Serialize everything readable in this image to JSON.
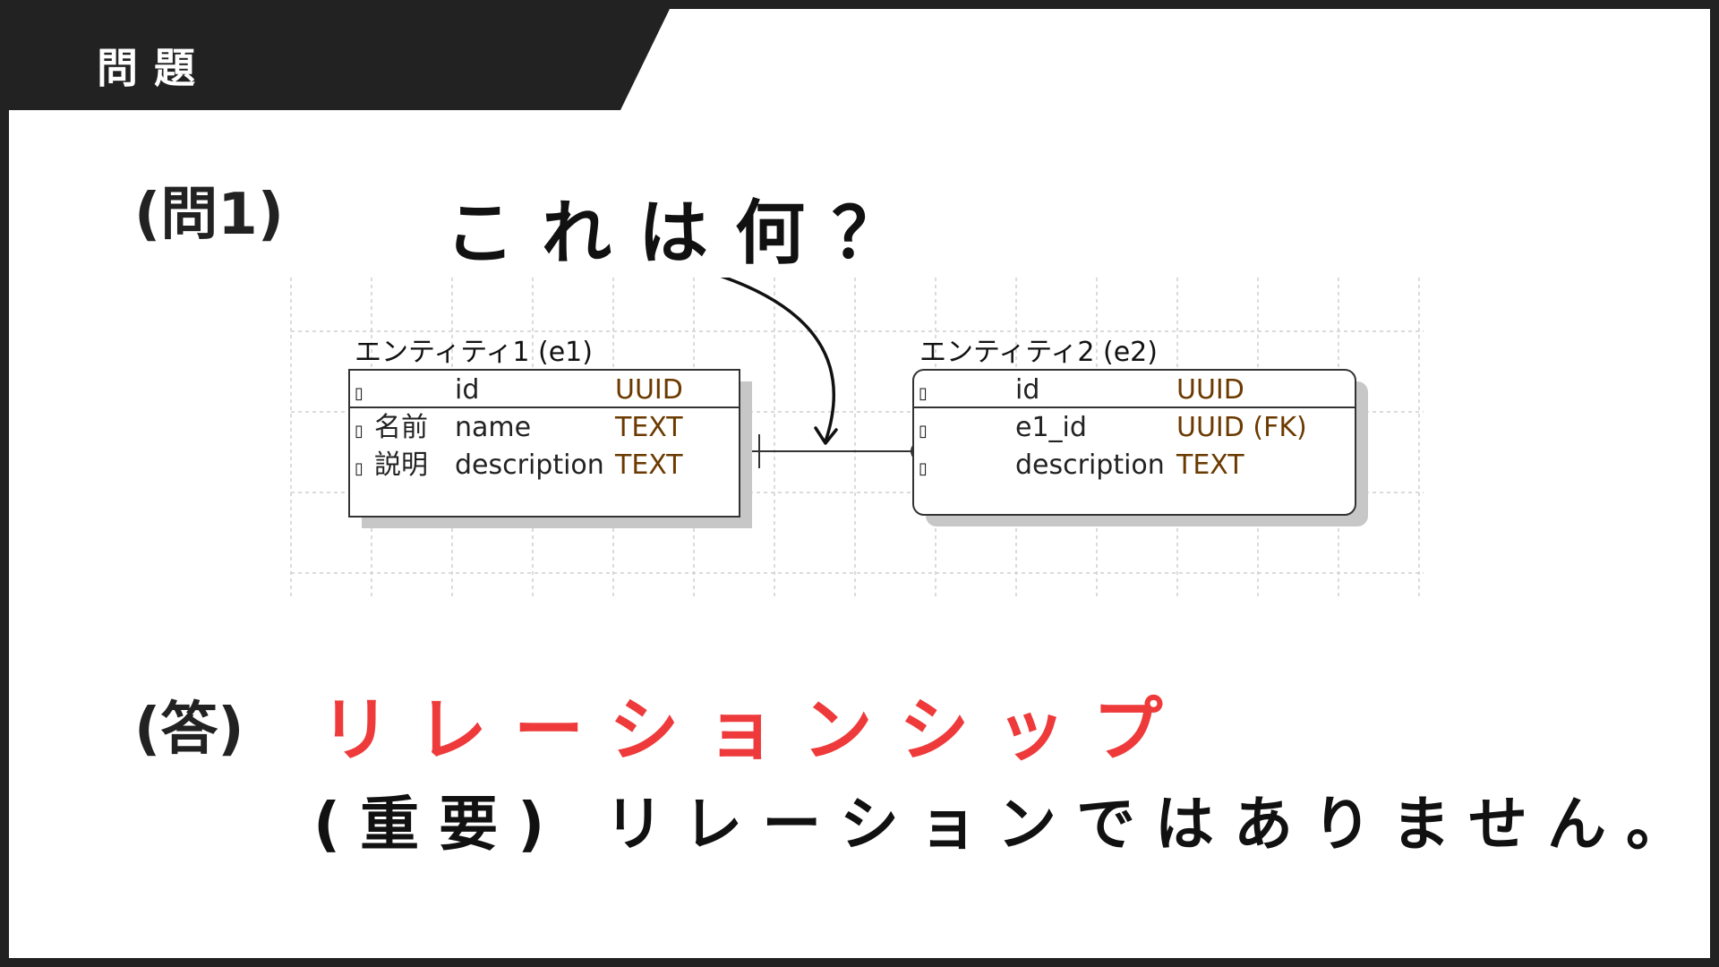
{
  "header": {
    "title": "問題"
  },
  "question": {
    "label": "(問1)",
    "text": "これは何？"
  },
  "diagram": {
    "entity1": {
      "title": "エンティティ1 (e1)",
      "rows": [
        {
          "marker": "▯",
          "logical": "",
          "physical": "id",
          "type": "UUID"
        },
        {
          "marker": "▯",
          "logical": "名前",
          "physical": "name",
          "type": "TEXT"
        },
        {
          "marker": "▯",
          "logical": "説明",
          "physical": "description",
          "type": "TEXT"
        }
      ]
    },
    "entity2": {
      "title": "エンティティ2 (e2)",
      "rows": [
        {
          "marker": "▯",
          "logical": "",
          "physical": "id",
          "type": "UUID"
        },
        {
          "marker": "▯",
          "logical": "",
          "physical": "e1_id",
          "type": "UUID (FK)"
        },
        {
          "marker": "▯",
          "logical": "",
          "physical": "description",
          "type": "TEXT"
        }
      ]
    }
  },
  "answer": {
    "label": "(答)",
    "text": "リレーションシップ",
    "note": "(重要) リレーションではありません。"
  },
  "colors": {
    "background": "#222222",
    "slide": "#ffffff",
    "answer": "#ee3a3a",
    "field_type": "#6b3a00"
  }
}
